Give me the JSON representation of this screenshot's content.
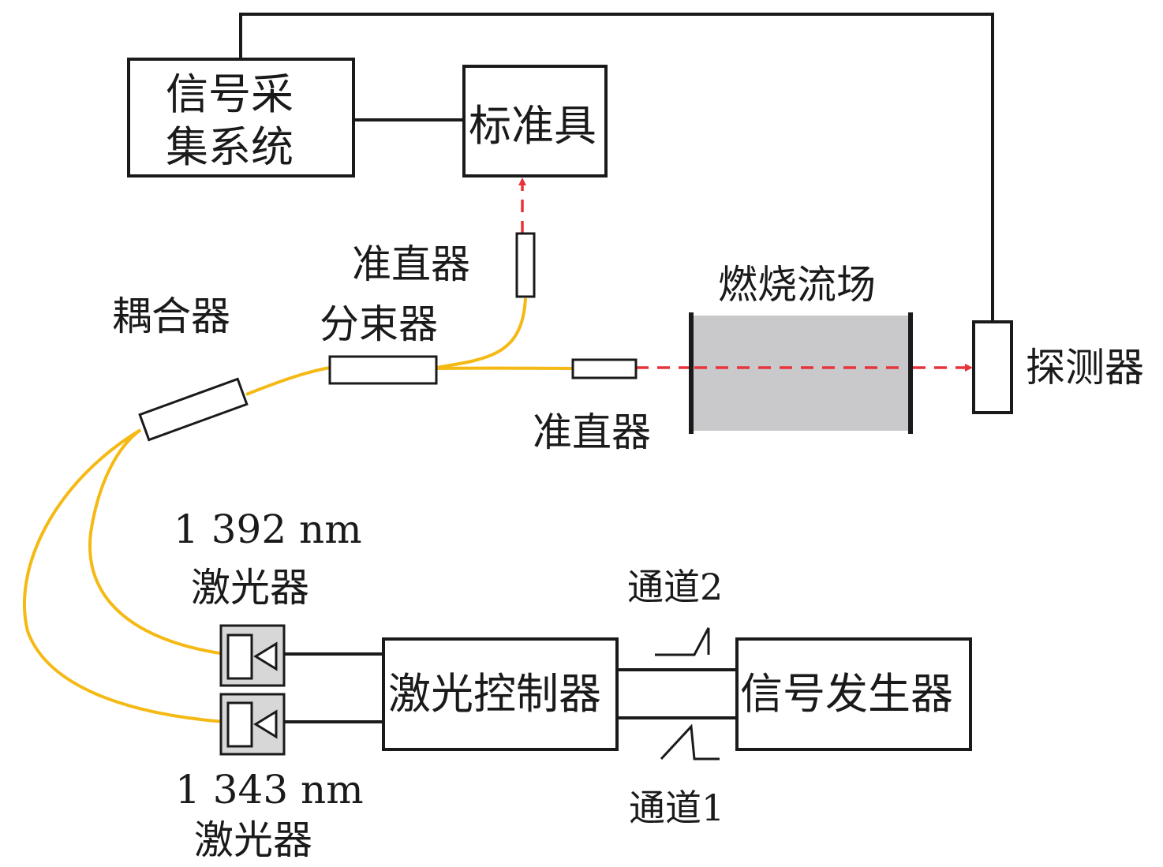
{
  "labels": {
    "signal_acquisition_line1": "信号采",
    "signal_acquisition_line2": "集系统",
    "reference": "标准具",
    "collimator_top": "准直器",
    "beam_splitter": "分束器",
    "coupler": "耦合器",
    "combustion_field": "燃烧流场",
    "detector": "探测器",
    "collimator_bottom": "准直器",
    "laser_1392_wavelength": "1 392 nm",
    "laser_1392_name": "激光器",
    "laser_1343_wavelength": "1 343 nm",
    "laser_1343_name": "激光器",
    "laser_controller": "激光控制器",
    "signal_generator": "信号发生器",
    "channel2": "通道2",
    "channel1": "通道1"
  },
  "colors": {
    "fiber": "#f5b914",
    "beam": "#e8333a",
    "combustion_fill": "#c9c9cc",
    "line": "#1a1a1a"
  }
}
